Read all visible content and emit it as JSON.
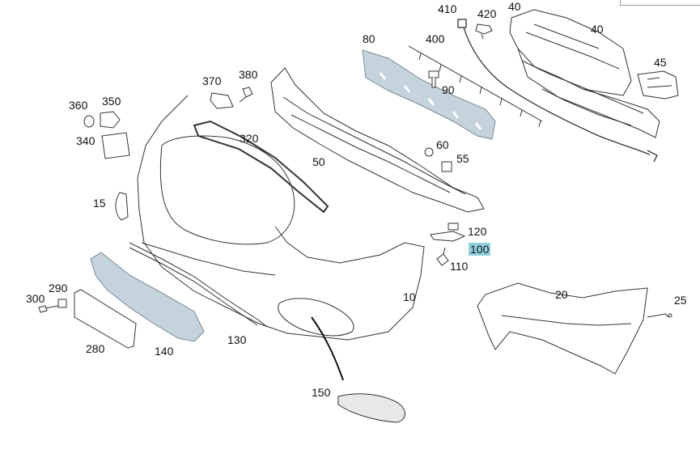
{
  "colors": {
    "line": "#333333",
    "highlight_part": "#c5d3dd",
    "highlight_label": "#8fd0df",
    "grille_fill": "#e8e8e8"
  },
  "labels": [
    {
      "id": "410",
      "text": "410"
    },
    {
      "id": "420",
      "text": "420"
    },
    {
      "id": "40a",
      "text": "40"
    },
    {
      "id": "40b",
      "text": "40"
    },
    {
      "id": "80",
      "text": "80"
    },
    {
      "id": "400",
      "text": "400"
    },
    {
      "id": "45",
      "text": "45"
    },
    {
      "id": "370",
      "text": "370"
    },
    {
      "id": "380",
      "text": "380"
    },
    {
      "id": "90",
      "text": "90"
    },
    {
      "id": "360",
      "text": "360"
    },
    {
      "id": "350",
      "text": "350"
    },
    {
      "id": "340",
      "text": "340"
    },
    {
      "id": "320",
      "text": "320"
    },
    {
      "id": "60",
      "text": "60"
    },
    {
      "id": "55",
      "text": "55"
    },
    {
      "id": "50",
      "text": "50"
    },
    {
      "id": "15",
      "text": "15"
    },
    {
      "id": "120",
      "text": "120"
    },
    {
      "id": "100",
      "text": "100",
      "highlighted": true
    },
    {
      "id": "110",
      "text": "110"
    },
    {
      "id": "290",
      "text": "290"
    },
    {
      "id": "300",
      "text": "300"
    },
    {
      "id": "10",
      "text": "10"
    },
    {
      "id": "20",
      "text": "20"
    },
    {
      "id": "25",
      "text": "25"
    },
    {
      "id": "280",
      "text": "280"
    },
    {
      "id": "140",
      "text": "140"
    },
    {
      "id": "130",
      "text": "130"
    },
    {
      "id": "150",
      "text": "150"
    }
  ]
}
